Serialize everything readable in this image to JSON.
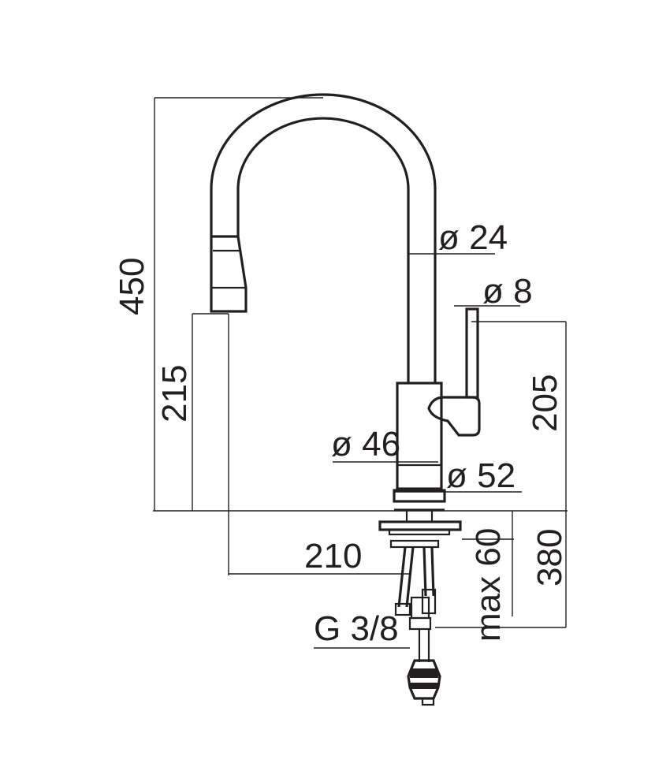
{
  "dimensions": {
    "total_height": "450",
    "spout_height": "215",
    "hose_diameter": "ø 24",
    "handle_diameter": "ø 8",
    "handle_height": "205",
    "body_diameter": "ø 46",
    "base_diameter": "ø 52",
    "reach": "210",
    "max_deck_thickness": "max 60",
    "hose_length": "380",
    "connection_thread": "G 3/8"
  },
  "colors": {
    "line": "#231f20",
    "background": "#ffffff"
  }
}
